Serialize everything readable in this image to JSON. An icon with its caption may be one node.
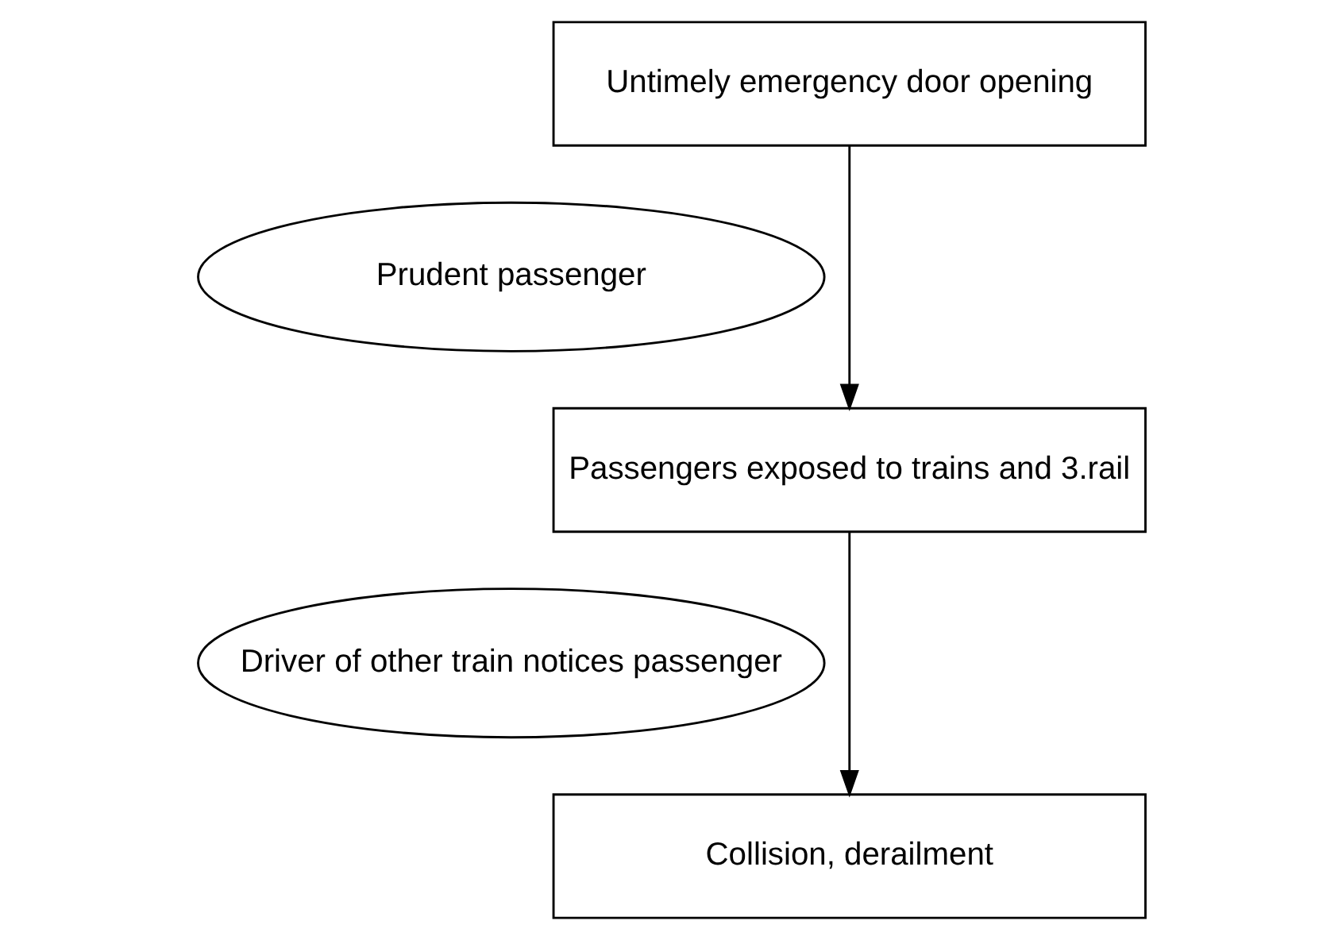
{
  "diagram": {
    "nodes": [
      {
        "text": [
          "Untimely emergency door opening"
        ]
      },
      {
        "text": [
          "Prudent passenger"
        ]
      },
      {
        "text": [
          "Passengers exposed to trains and 3.rail"
        ]
      },
      {
        "text": [
          "Driver of other train notices passenger"
        ]
      },
      {
        "text": [
          "Collision, derailment"
        ]
      }
    ],
    "edges": [
      {
        "from": 0,
        "to": 2,
        "arrow": "to"
      },
      {
        "from": 2,
        "to": 4,
        "arrow": "to"
      }
    ]
  }
}
